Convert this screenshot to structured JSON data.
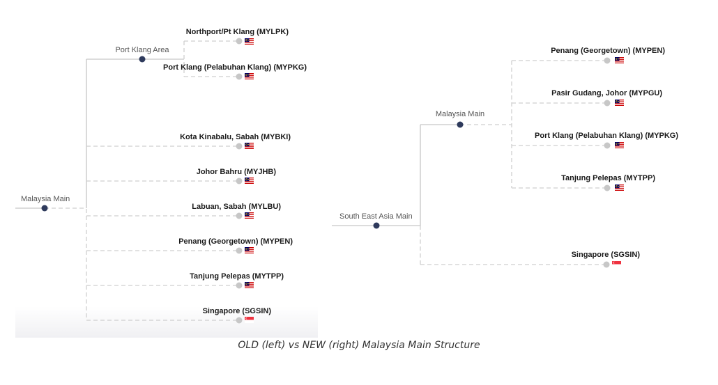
{
  "caption": "OLD (left) vs NEW (right) Malaysia Main Structure",
  "colors": {
    "line": "#c7c7c7",
    "dash": "#cfcfcf",
    "node_dark": "#2e3a5c",
    "node_leaf": "#c7c7c7"
  },
  "icons": {
    "leaf_flag_malaysia": "malaysia-flag-icon",
    "leaf_flag_singapore": "singapore-flag-icon"
  },
  "old_tree": {
    "root": "Malaysia Main",
    "group": "Port Klang Area",
    "group_children": [
      {
        "label": "Northport/Pt Klang (MYLPK)",
        "flag": "MY"
      },
      {
        "label": "Port Klang (Pelabuhan Klang) (MYPKG)",
        "flag": "MY"
      }
    ],
    "root_children": [
      {
        "label": "Kota Kinabalu, Sabah (MYBKI)",
        "flag": "MY"
      },
      {
        "label": "Johor Bahru (MYJHB)",
        "flag": "MY"
      },
      {
        "label": "Labuan, Sabah (MYLBU)",
        "flag": "MY"
      },
      {
        "label": "Penang (Georgetown) (MYPEN)",
        "flag": "MY"
      },
      {
        "label": "Tanjung Pelepas (MYTPP)",
        "flag": "MY"
      },
      {
        "label": "Singapore (SGSIN)",
        "flag": "SG"
      }
    ]
  },
  "new_tree": {
    "root": "South East Asia Main",
    "group": "Malaysia Main",
    "group_children": [
      {
        "label": "Penang (Georgetown) (MYPEN)",
        "flag": "MY"
      },
      {
        "label": "Pasir Gudang, Johor (MYPGU)",
        "flag": "MY"
      },
      {
        "label": "Port Klang (Pelabuhan Klang) (MYPKG)",
        "flag": "MY"
      },
      {
        "label": "Tanjung Pelepas (MYTPP)",
        "flag": "MY"
      }
    ],
    "root_children": [
      {
        "label": "Singapore (SGSIN)",
        "flag": "SG"
      }
    ]
  }
}
